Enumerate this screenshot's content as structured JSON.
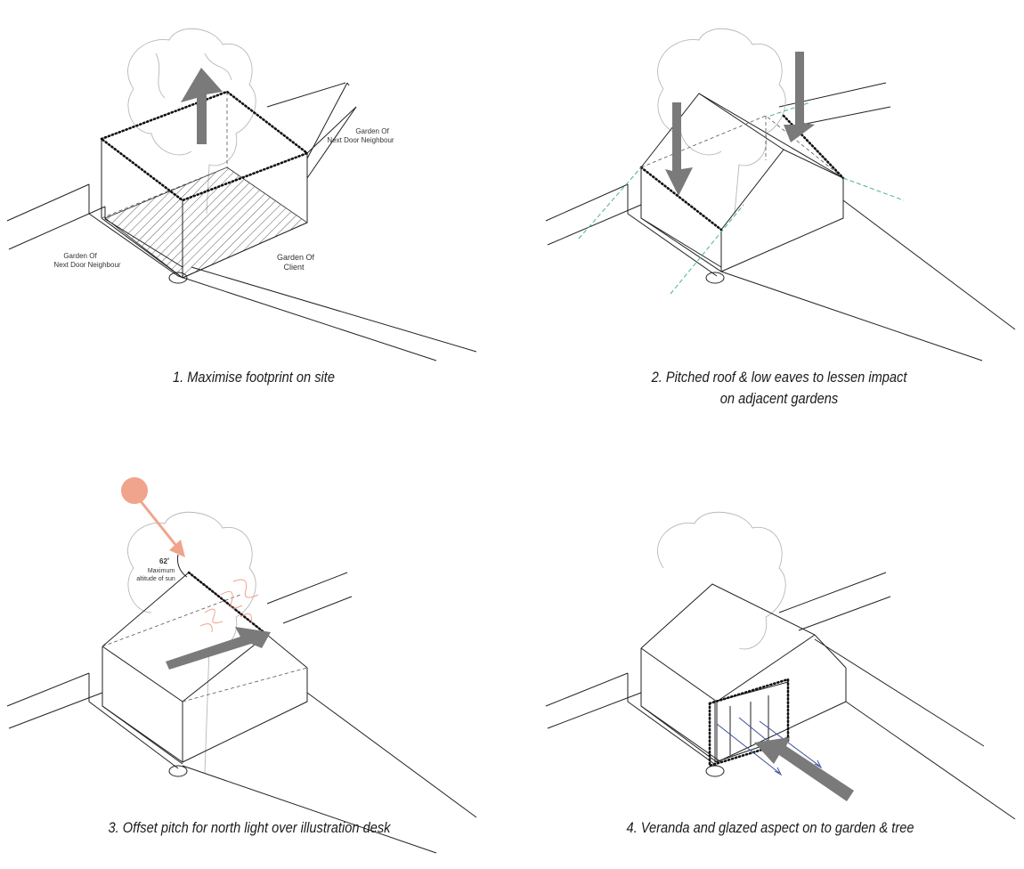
{
  "panels": [
    {
      "caption": "1. Maximise footprint on site",
      "labels": {
        "neighbour_right": [
          "Garden Of",
          "Next Door Neighbour"
        ],
        "neighbour_left": [
          "Garden Of",
          "Next Door Neighbour"
        ],
        "client": [
          "Garden Of",
          "Client"
        ]
      }
    },
    {
      "caption_lines": [
        "2.  Pitched roof & low eaves to lessen impact",
        "on adjacent gardens"
      ]
    },
    {
      "caption": "3. Offset pitch for north light over illustration desk",
      "sun": {
        "angle": "62˚",
        "label": [
          "Maximum",
          "altitude of sun"
        ],
        "altitude_deg": 62,
        "color": "#f0a48c"
      }
    },
    {
      "caption": "4. Veranda and glazed aspect on to garden & tree",
      "arrow_color": "#3a4f9a"
    }
  ],
  "colors": {
    "line": "#222222",
    "arrow": "#7a7a7a",
    "sightline": "#4fae9e"
  }
}
